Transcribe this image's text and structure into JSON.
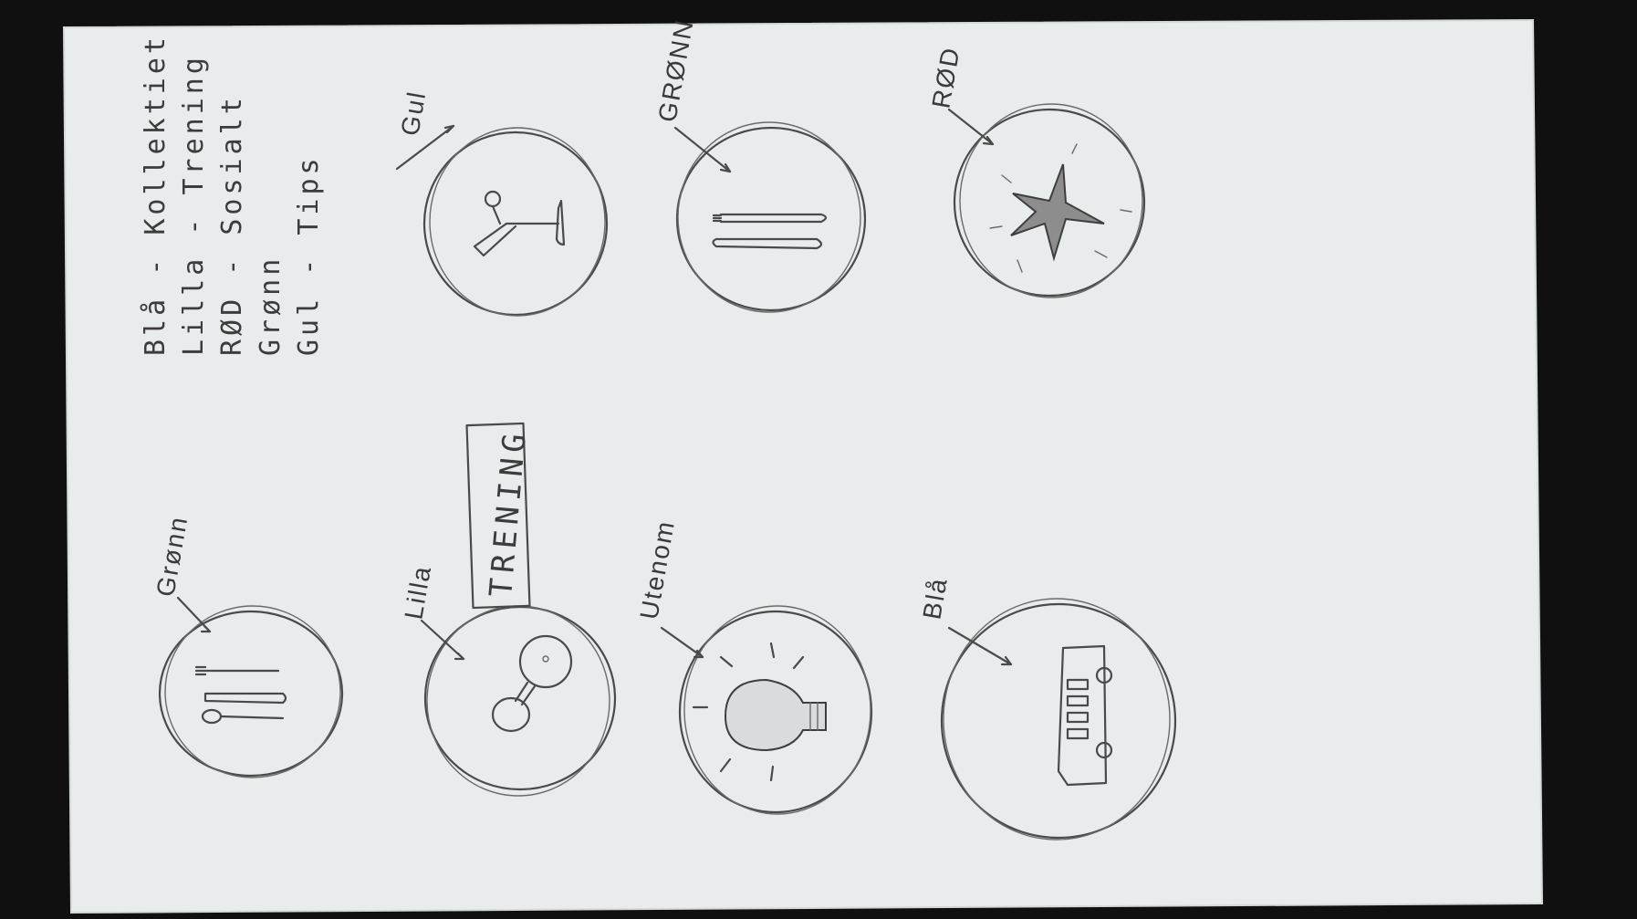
{
  "colors": {
    "paper": "#e9ecec",
    "background": "#101010",
    "pencil": "#4a4a4a"
  },
  "legend": [
    {
      "color": "Blå",
      "meaning": "Kollektiet"
    },
    {
      "color": "Lilla",
      "meaning": "Trening"
    },
    {
      "color": "RØD",
      "meaning": "Sosialt"
    },
    {
      "color": "Grønn",
      "meaning": ""
    },
    {
      "color": "Gul",
      "meaning": "Tips"
    }
  ],
  "circles": {
    "top_row": [
      {
        "label": "Gul",
        "icon": "cocktail-glass-icon"
      },
      {
        "label": "GRØNN",
        "icon": "fork-knife-icon"
      },
      {
        "label": "RØD",
        "icon": "star-icon"
      }
    ],
    "bottom_row": [
      {
        "label": "Grønn",
        "icon": "cutlery-icon"
      },
      {
        "label": "Lilla",
        "icon": "dumbbell-icon",
        "banner": "TRENING"
      },
      {
        "label": "Utenom",
        "icon": "lightbulb-icon"
      },
      {
        "label": "Blå",
        "icon": "bus-icon"
      }
    ]
  }
}
